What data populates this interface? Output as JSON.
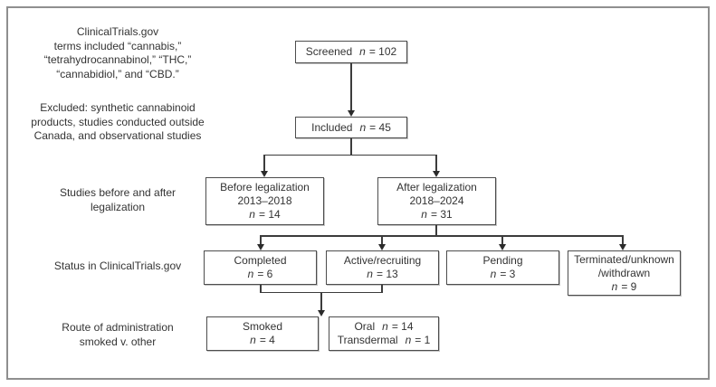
{
  "labels": {
    "terms": {
      "line1": "ClinicalTrials.gov",
      "line2": "terms included “cannabis,”",
      "line3": "“tetrahydrocannabinol,” “THC,”",
      "line4": "“cannabidiol,” and “CBD.”"
    },
    "excluded": {
      "line1": "Excluded: synthetic cannabinoid",
      "line2": "products, studies conducted outside",
      "line3": "Canada, and observational studies"
    },
    "before_after": {
      "line1": "Studies before and after",
      "line2": "legalization"
    },
    "status": {
      "line1": "Status in ClinicalTrials.gov"
    },
    "route": {
      "line1": "Route of administration",
      "line2": "smoked v. other"
    }
  },
  "boxes": {
    "screened": {
      "label": "Screened",
      "n": "n",
      "eq": "= 102"
    },
    "included": {
      "label": "Included",
      "n": "n",
      "eq": "= 45"
    },
    "before": {
      "line1": "Before legalization",
      "line2": "2013–2018",
      "n": "n",
      "eq": "= 14"
    },
    "after": {
      "line1": "After legalization",
      "line2": "2018–2024",
      "n": "n",
      "eq": "= 31"
    },
    "completed": {
      "line1": "Completed",
      "n": "n",
      "eq": "= 6"
    },
    "active": {
      "line1": "Active/recruiting",
      "n": "n",
      "eq": "= 13"
    },
    "pending": {
      "line1": "Pending",
      "n": "n",
      "eq": "= 3"
    },
    "terminated": {
      "line1": "Terminated/unknown",
      "line2": "/withdrawn",
      "n": "n",
      "eq": "= 9"
    },
    "smoked": {
      "line1": "Smoked",
      "n": "n",
      "eq": "= 4"
    },
    "oral": {
      "row1_label": "Oral",
      "row1_n": "n",
      "row1_eq": "= 14",
      "row2_label": "Transdermal",
      "row2_n": "n",
      "row2_eq": "= 1"
    }
  },
  "colors": {
    "background": "#ffffff",
    "frame_border": "#8f8f8f",
    "box_border": "#4d4d4d",
    "text": "#333333",
    "connector_line": "#3c3c3c",
    "arrowhead": "#2b2b2b"
  }
}
